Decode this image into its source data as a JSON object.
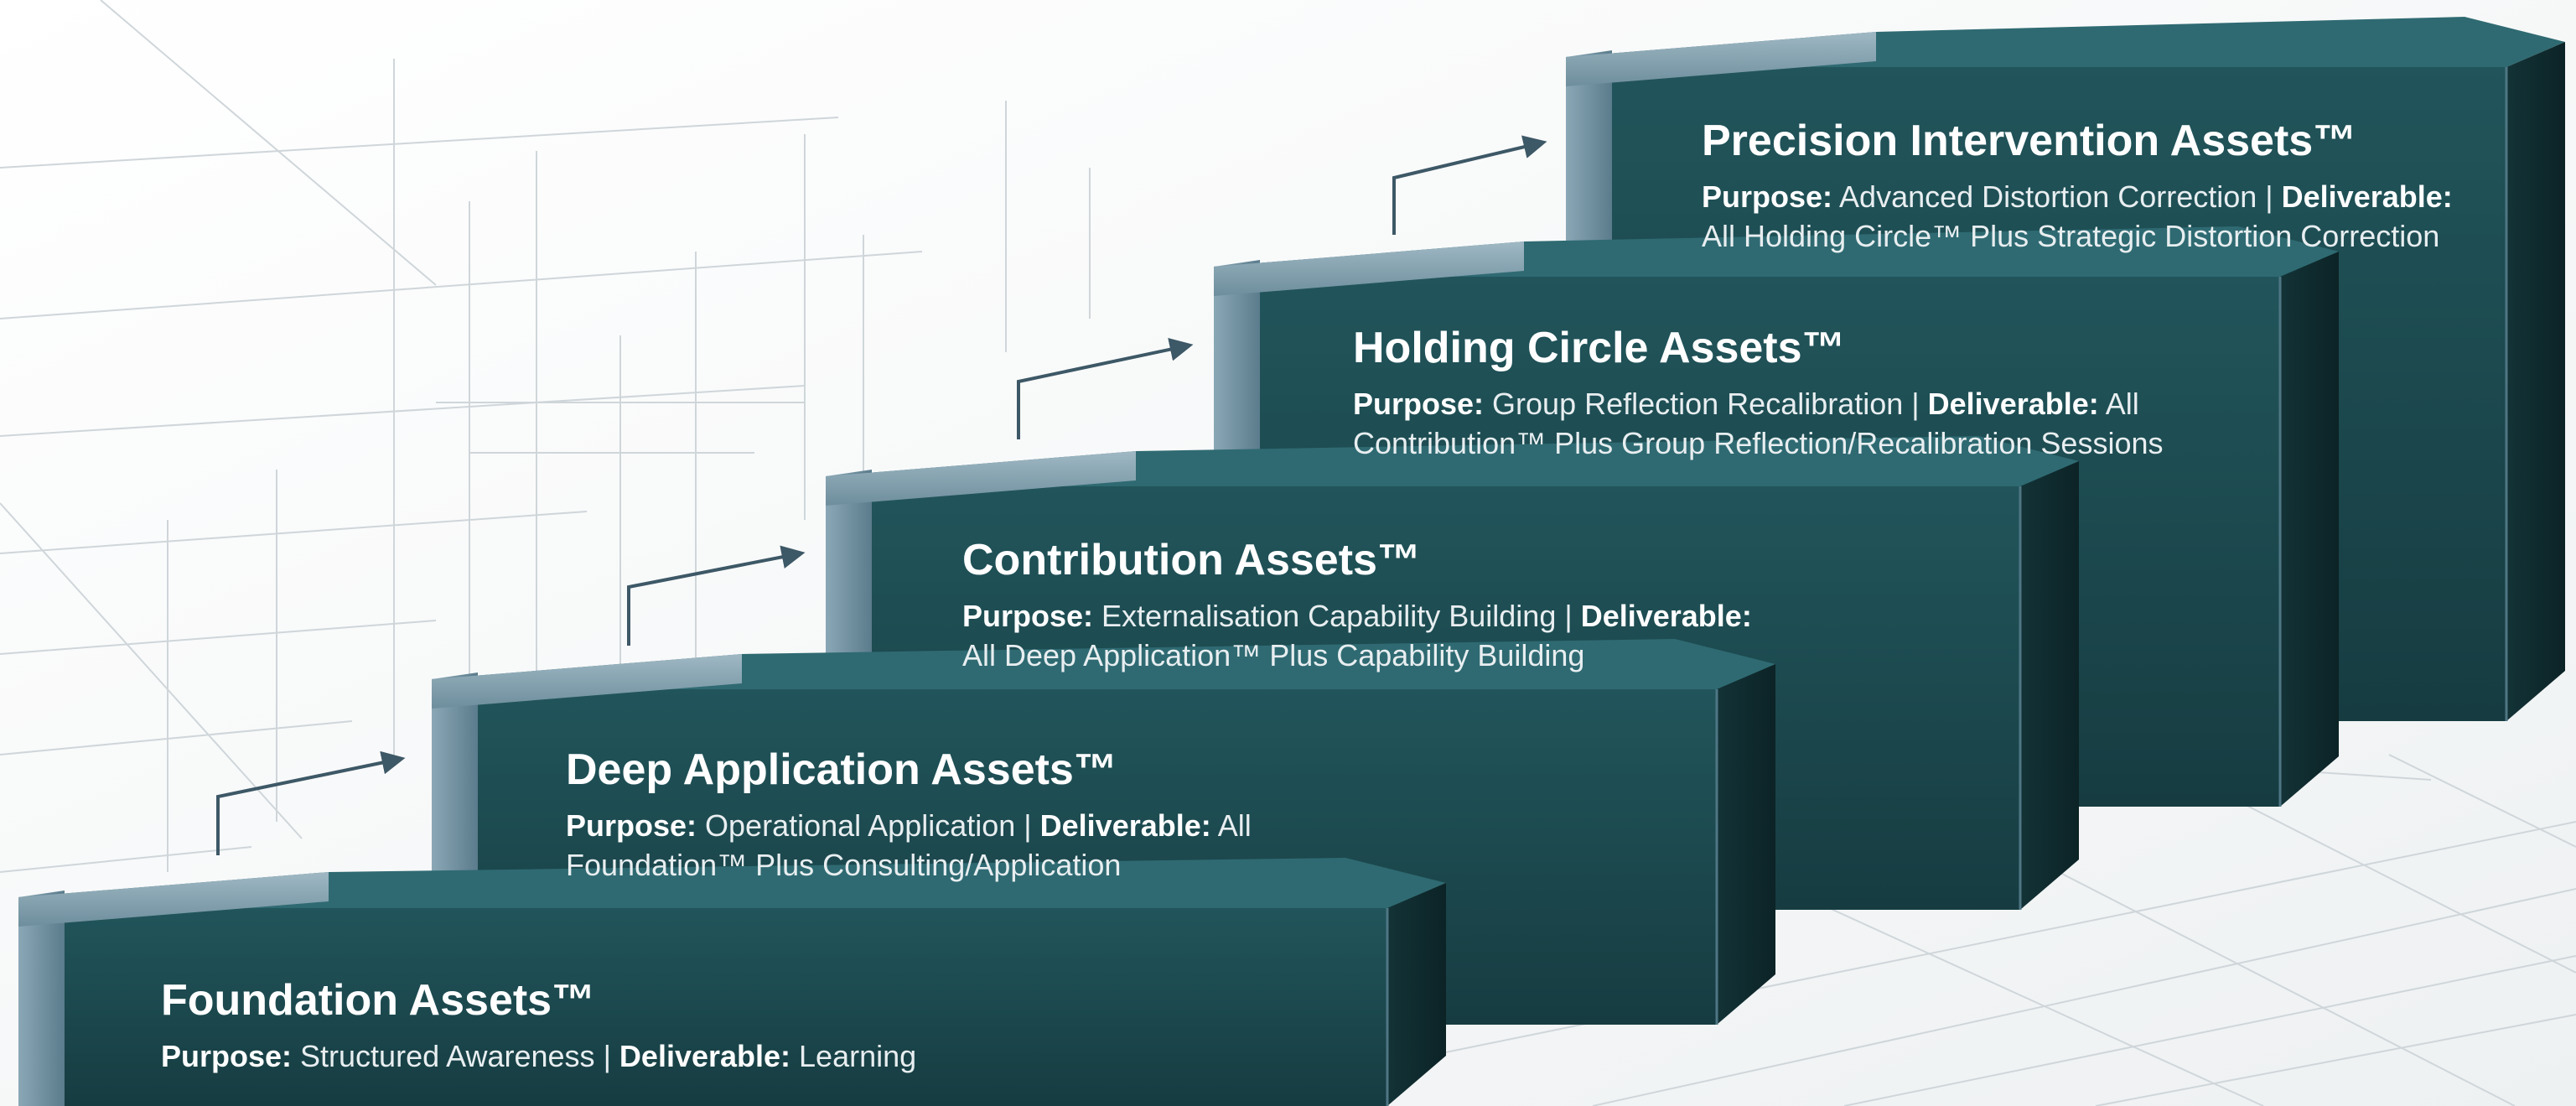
{
  "colors": {
    "background": "#f4f6f7",
    "step_front": "#1c4a4f",
    "step_front_dark": "#163d42",
    "step_top": "#2f6a72",
    "step_side": "#0f2d31",
    "step_rim": "#6d8fa1",
    "arrow": "#3d5866",
    "grid_line": "#c9d0d4"
  },
  "steps": [
    {
      "title": "Foundation Assets™",
      "purpose_label": "Purpose:",
      "purpose": "Structured Awareness",
      "separator": "|",
      "deliverable_label": "Deliverable:",
      "deliverable_line1": "Learning",
      "deliverable_line2": ""
    },
    {
      "title": "Deep Application Assets™",
      "purpose_label": "Purpose:",
      "purpose": "Operational Application",
      "separator": "|",
      "deliverable_label": "Deliverable:",
      "deliverable_line1": "All",
      "deliverable_line2": "Foundation™ Plus Consulting/Application"
    },
    {
      "title": "Contribution Assets™",
      "purpose_label": "Purpose:",
      "purpose": "Externalisation Capability Building",
      "separator": "|",
      "deliverable_label": "Deliverable:",
      "deliverable_line1": "",
      "deliverable_line2": "All Deep Application™ Plus Capability Building"
    },
    {
      "title": "Holding Circle Assets™",
      "purpose_label": "Purpose:",
      "purpose": "Group Reflection Recalibration",
      "separator": "|",
      "deliverable_label": "Deliverable:",
      "deliverable_line1": "All",
      "deliverable_line2": "Contribution™ Plus Group Reflection/Recalibration Sessions"
    },
    {
      "title": "Precision Intervention Assets™",
      "purpose_label": "Purpose:",
      "purpose": "Advanced Distortion Correction",
      "separator": "|",
      "deliverable_label": "Deliverable:",
      "deliverable_line1": "",
      "deliverable_line2": "All Holding Circle™ Plus Strategic Distortion Correction"
    }
  ]
}
